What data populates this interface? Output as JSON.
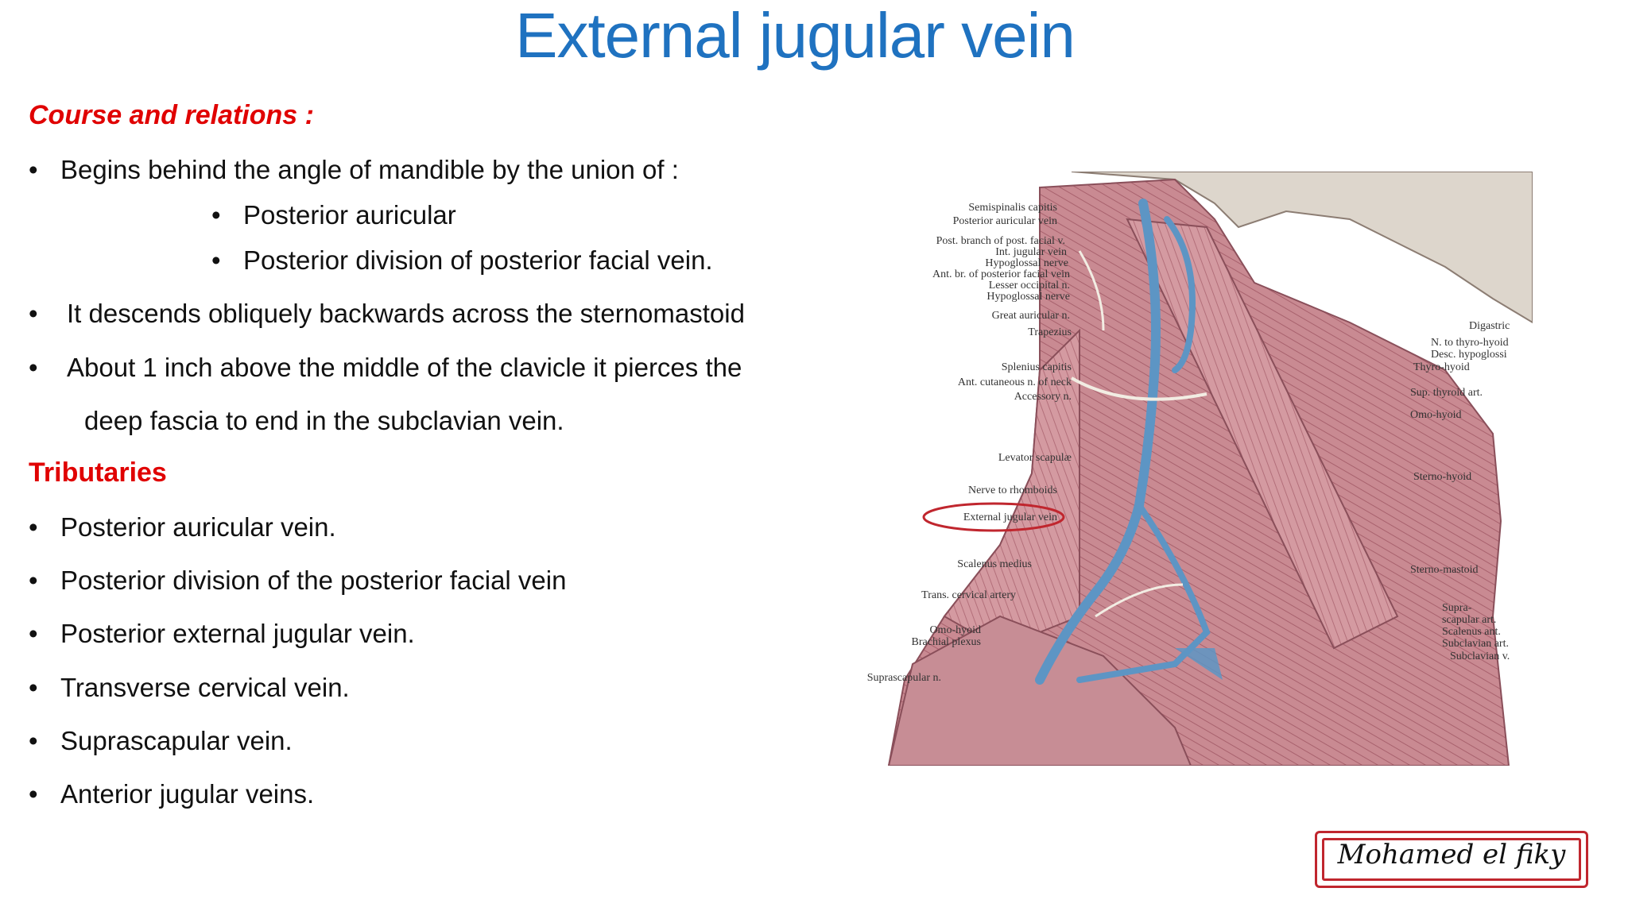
{
  "slide": {
    "title": "External jugular vein",
    "course_heading": "Course and relations :",
    "course_bullets": [
      "Begins behind the angle of mandible by the union of :",
      "Posterior auricular",
      "Posterior division of posterior facial vein.",
      "It descends obliquely backwards across the sternomastoid",
      "About 1 inch above the middle of the clavicle it pierces the",
      "deep fascia to end in the subclavian vein."
    ],
    "tributaries_heading": "Tributaries",
    "tributaries": [
      "Posterior auricular vein.",
      "Posterior division of the posterior facial vein",
      "Posterior external jugular vein.",
      "Transverse cervical vein.",
      "Suprascapular vein.",
      "Anterior jugular veins."
    ],
    "bullet_glyph": "•",
    "signature": "Mohamed el fiky"
  },
  "figure": {
    "left_labels": [
      "Semispinalis capitis",
      "Posterior auricular vein",
      "Post. branch of post. facial v.",
      "Int. jugular vein",
      "Hypoglossal nerve",
      "Ant. br. of posterior facial vein",
      "Lesser occipital n.",
      "Hypoglossal nerve",
      "Great auricular n.",
      "Trapezius",
      "Splenius capitis",
      "Ant. cutaneous n. of neck",
      "Accessory n.",
      "Levator scapulæ",
      "Nerve to rhomboids",
      "External jugular vein",
      "Scalenus medius",
      "Trans. cervical artery",
      "Omo-hyoid",
      "Brachial plexus",
      "Suprascapular n."
    ],
    "right_labels": [
      "Digastric",
      "N. to thyro-hyoid",
      "Desc. hypoglossi",
      "Thyro-hyoid",
      "Sup. thyroid art.",
      "Omo-hyoid",
      "Sterno-hyoid",
      "Sterno-mastoid",
      "Supra-",
      "scapular art.",
      "Scalenus ant.",
      "Subclavian art.",
      "Subclavian v."
    ],
    "colors": {
      "muscle": "#c98a92",
      "vein": "#5d95c4",
      "highlight": "#c0262e"
    }
  }
}
